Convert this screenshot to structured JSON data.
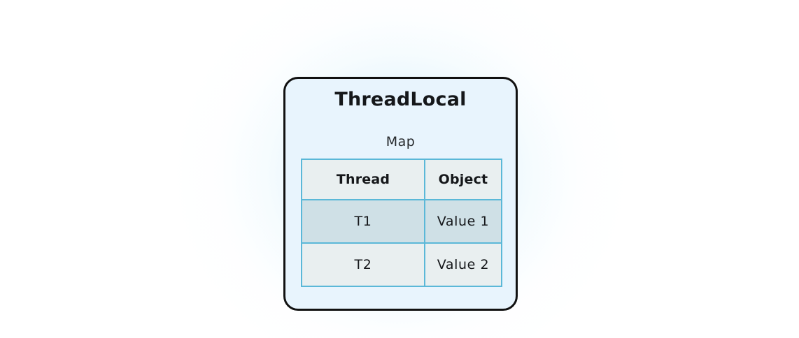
{
  "diagram": {
    "title": "ThreadLocal",
    "subtitle": "Map",
    "colors": {
      "card_fill": "#e8f4fd",
      "card_border": "#111111",
      "table_border": "#5bb8d8",
      "header_fill": "#e9eff0",
      "row_active_fill": "#cfe0e6",
      "row_plain_fill": "#e9eff0",
      "glow": "#d6f0fc",
      "page_background": "#ffffff"
    },
    "table": {
      "columns": [
        "Thread",
        "Object"
      ],
      "rows": [
        {
          "thread": "T1",
          "object": "Value 1",
          "highlighted": true
        },
        {
          "thread": "T2",
          "object": "Value 2",
          "highlighted": false
        }
      ]
    }
  }
}
